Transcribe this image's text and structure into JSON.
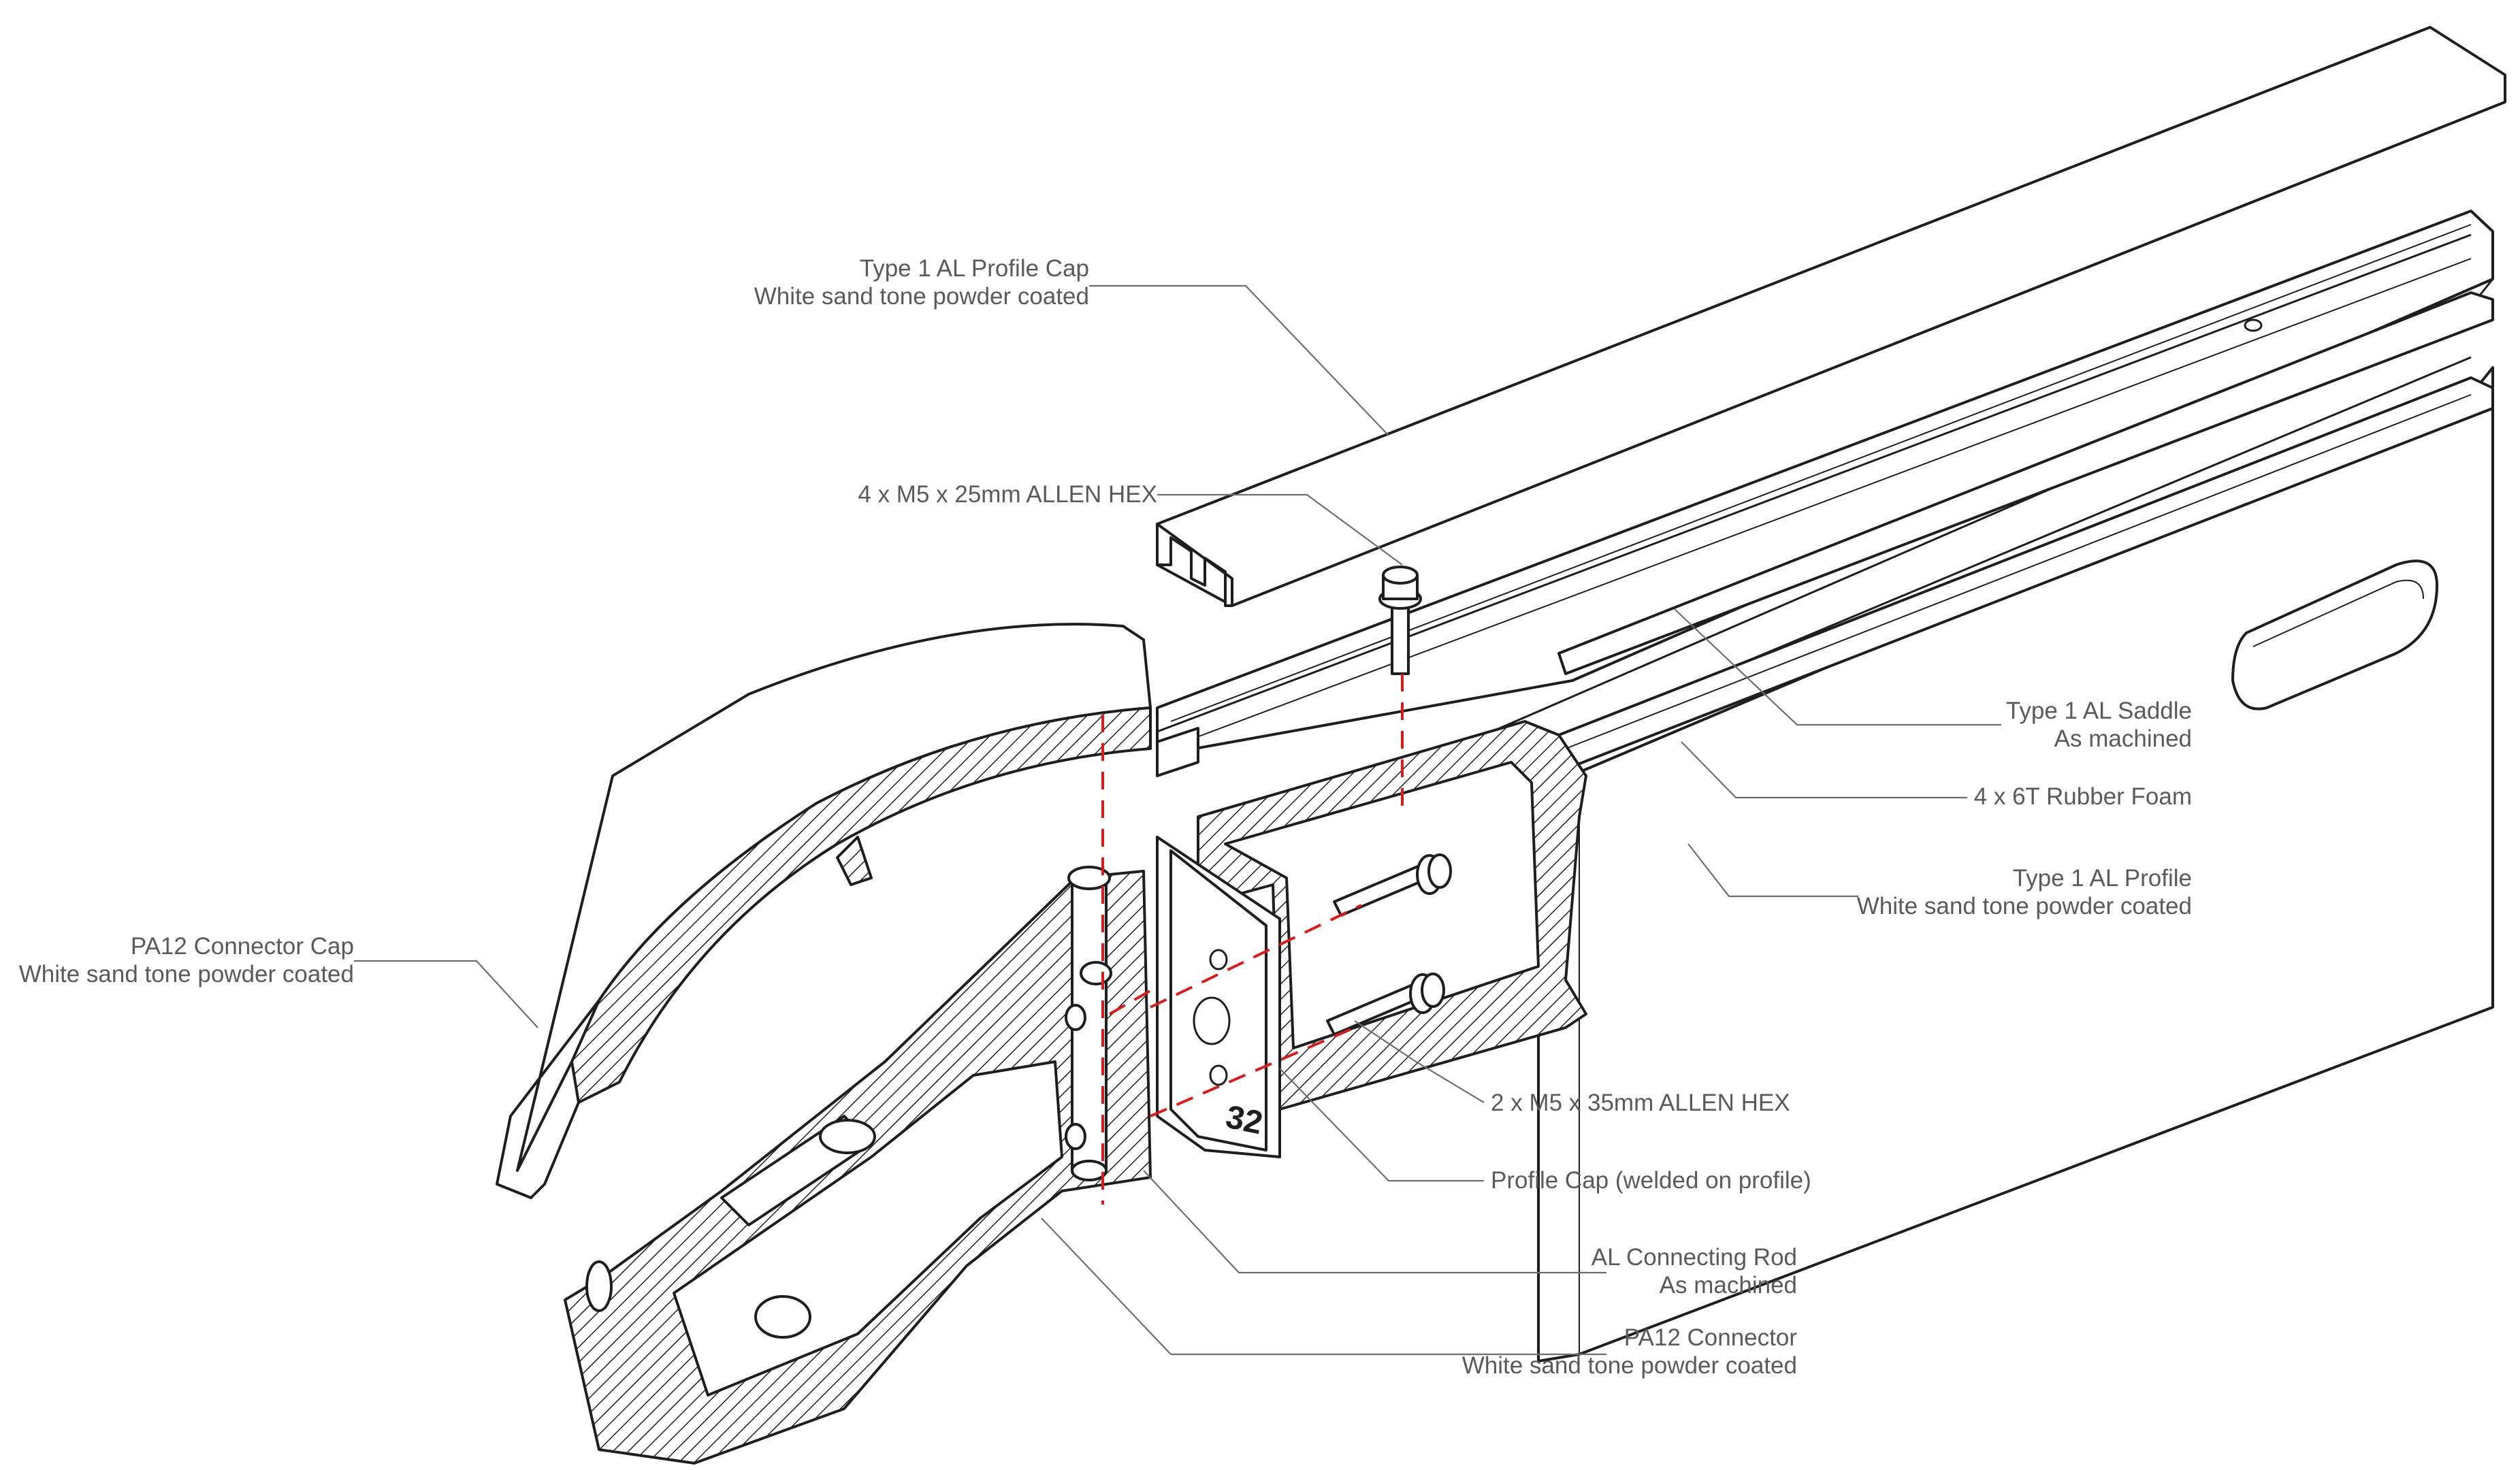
{
  "drawing": {
    "colors": {
      "line": "#1e1e1e",
      "leader": "#6e6e6e",
      "label": "#5a5a5a",
      "axis": "#d21e1e",
      "background": "#ffffff"
    },
    "plate_number": "32",
    "callouts": {
      "profile_cap_top": {
        "line1": "Type 1 AL Profile Cap",
        "line2": "White sand tone powder coated"
      },
      "screws_m5_25": {
        "line1": "4 x M5 x 25mm ALLEN HEX"
      },
      "saddle": {
        "line1": "Type 1 AL Saddle",
        "line2": "As machined"
      },
      "rubber_foam": {
        "line1": "4 x 6T Rubber Foam"
      },
      "profile": {
        "line1": "Type 1 AL Profile",
        "line2": "White sand tone powder coated"
      },
      "screws_m5_35": {
        "line1": "2 x M5 x 35mm ALLEN HEX"
      },
      "profile_cap_welded": {
        "line1": "Profile Cap (welded on profile)"
      },
      "connecting_rod": {
        "line1": "AL Connecting Rod",
        "line2": "As machined"
      },
      "connector": {
        "line1": "PA12 Connector",
        "line2": "White sand tone powder coated"
      },
      "connector_cap": {
        "line1": "PA12 Connector Cap",
        "line2": "White sand tone powder coated"
      }
    }
  }
}
